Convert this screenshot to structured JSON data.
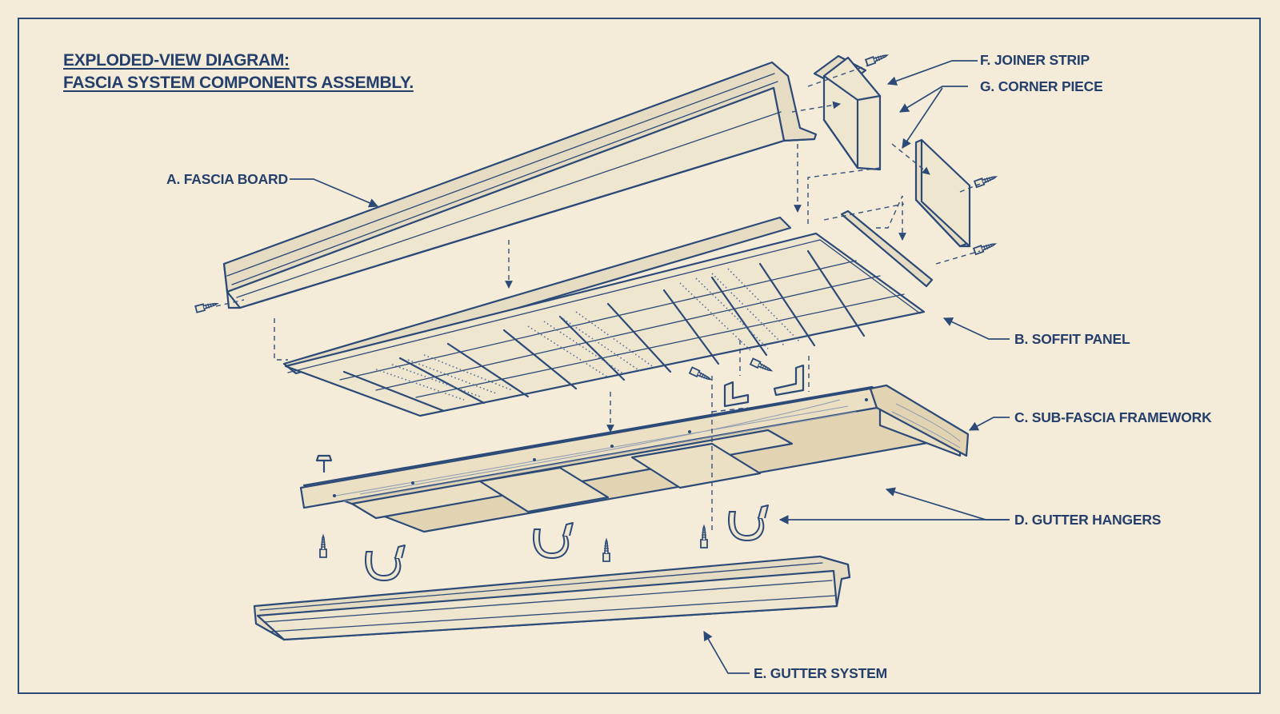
{
  "title": {
    "line1": "EXPLODED-VIEW DIAGRAM:",
    "line2": "FASCIA SYSTEM COMPONENTS ASSEMBLY."
  },
  "labels": {
    "fascia_board": "A. FASCIA BOARD",
    "soffit_panel": "B. SOFFIT PANEL",
    "sub_fascia_framework": "C. SUB-FASCIA FRAMEWORK",
    "gutter_hangers": "D. GUTTER HANGERS",
    "gutter_system": "E. GUTTER SYSTEM",
    "joiner_strip": "F. JOINER STRIP",
    "corner_piece": "G. CORNER PIECE"
  },
  "colors": {
    "paper": "#f4ecd9",
    "ink": "#2c4a78",
    "label": "#243f6b"
  }
}
